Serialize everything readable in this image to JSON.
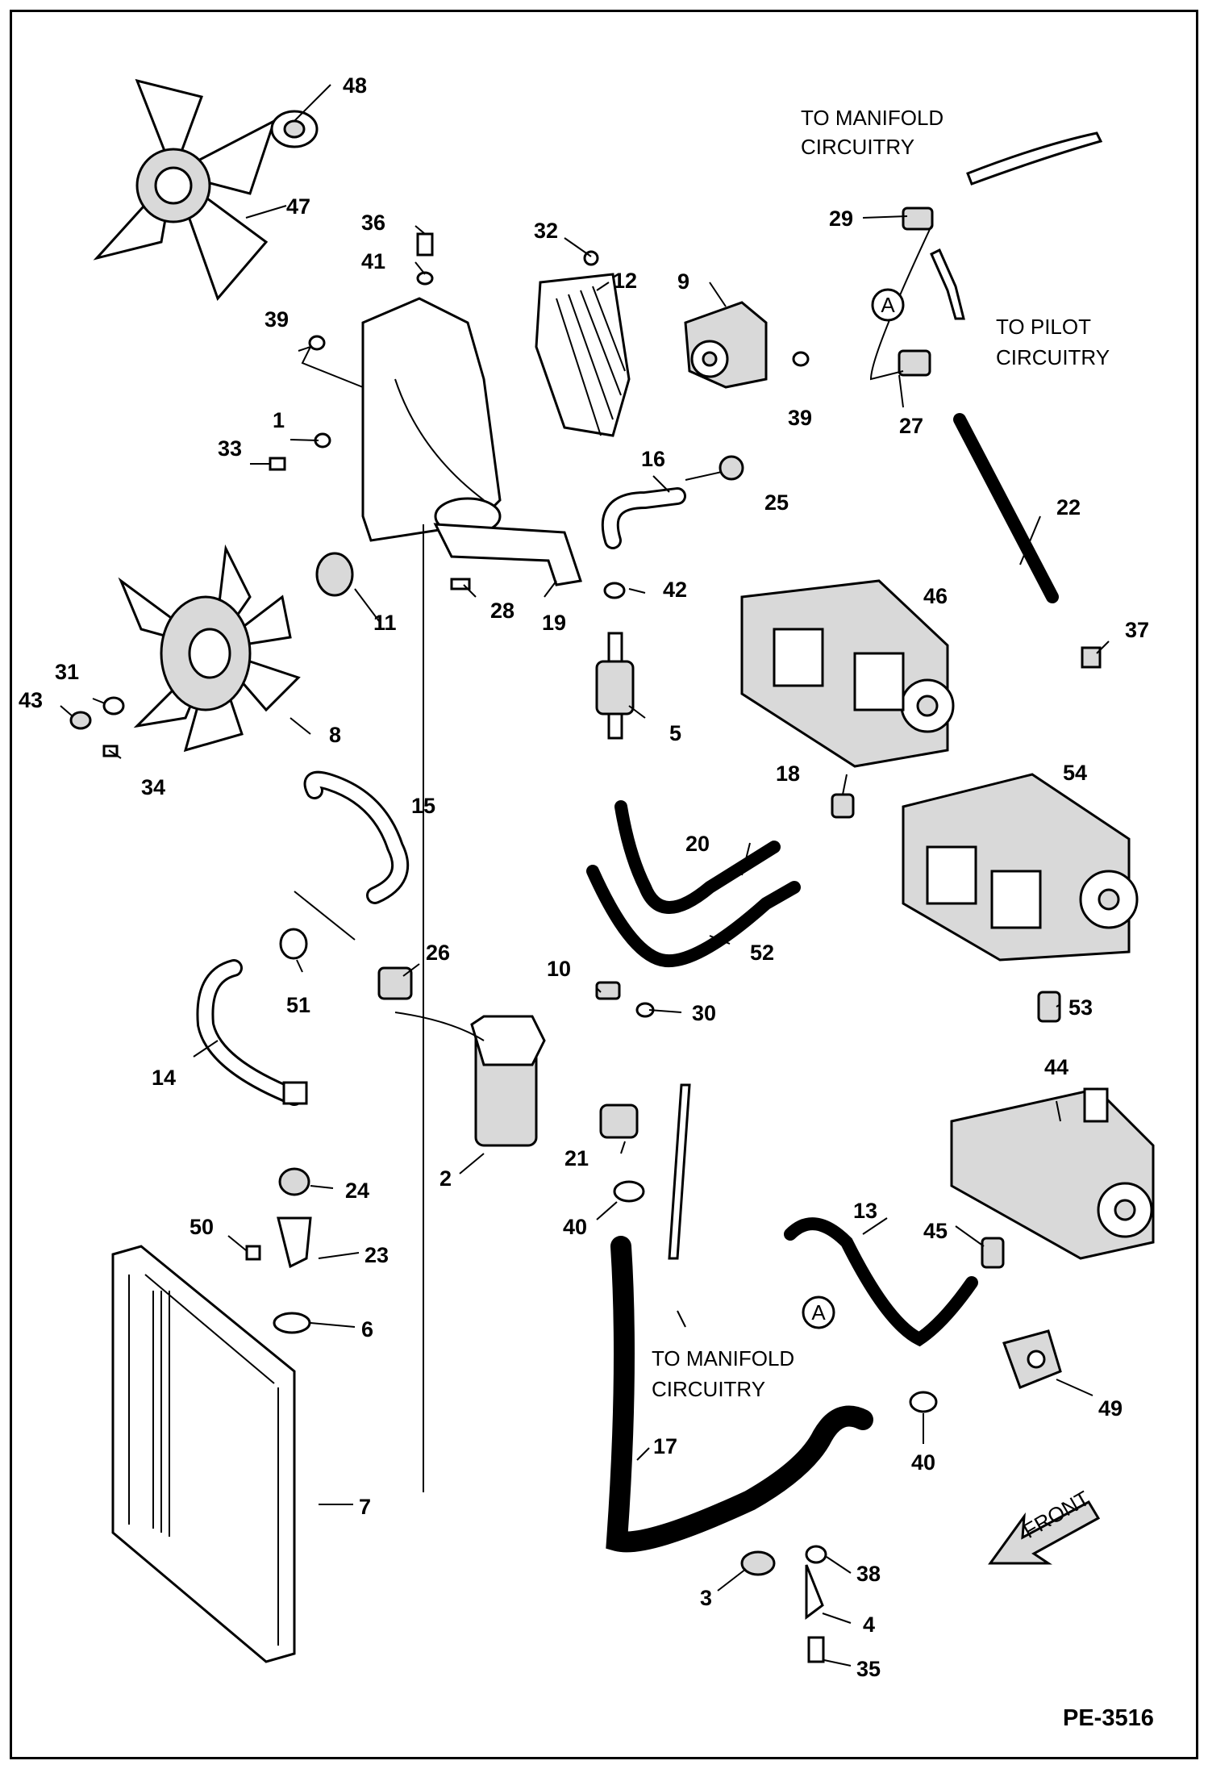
{
  "diagram_code": "PE-3516",
  "notes": {
    "to_manifold_top_line1": "TO MANIFOLD",
    "to_manifold_top_line2": "CIRCUITRY",
    "to_pilot_line1": "TO PILOT",
    "to_pilot_line2": "CIRCUITRY",
    "to_manifold_bottom_line1": "TO MANIFOLD",
    "to_manifold_bottom_line2": "CIRCUITRY",
    "front_arrow": "FRONT",
    "ref_a": "A"
  },
  "callouts": {
    "n1": "1",
    "n2": "2",
    "n3": "3",
    "n4": "4",
    "n5": "5",
    "n6": "6",
    "n7": "7",
    "n8": "8",
    "n9": "9",
    "n10": "10",
    "n11": "11",
    "n12": "12",
    "n13": "13",
    "n14": "14",
    "n15": "15",
    "n16": "16",
    "n17": "17",
    "n18": "18",
    "n19": "19",
    "n20": "20",
    "n21": "21",
    "n22": "22",
    "n23": "23",
    "n24": "24",
    "n25": "25",
    "n26": "26",
    "n27": "27",
    "n28": "28",
    "n29": "29",
    "n30": "30",
    "n31": "31",
    "n32": "32",
    "n33": "33",
    "n34": "34",
    "n35": "35",
    "n36": "36",
    "n37": "37",
    "n38": "38",
    "n39a": "39",
    "n39b": "39",
    "n40a": "40",
    "n40b": "40",
    "n41": "41",
    "n42": "42",
    "n43": "43",
    "n44": "44",
    "n45": "45",
    "n46": "46",
    "n47": "47",
    "n48": "48",
    "n49": "49",
    "n50": "50",
    "n51": "51",
    "n52": "52",
    "n53": "53",
    "n54": "54"
  }
}
